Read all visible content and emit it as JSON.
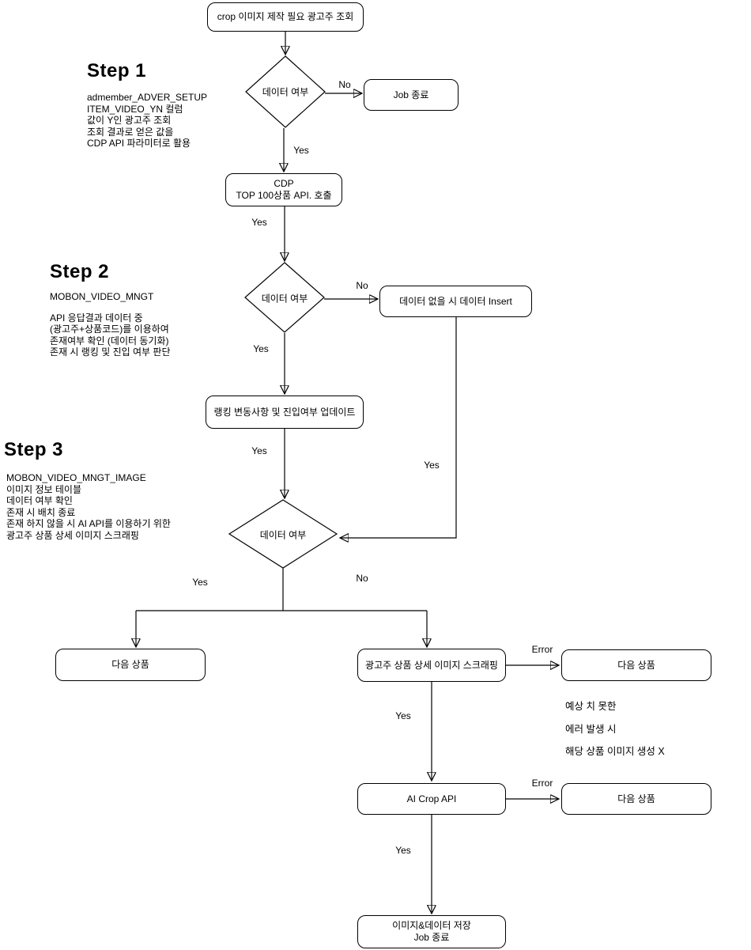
{
  "nodes": {
    "start": {
      "label": "crop 이미지 제작 필요 광고주 조회"
    },
    "decision1": {
      "label": "데이터 여부"
    },
    "job_end": {
      "label": "Job 종료"
    },
    "cdp_api": {
      "line1": "CDP",
      "line2": "TOP 100상품 API. 호출"
    },
    "decision2": {
      "label": "데이터 여부"
    },
    "data_insert": {
      "label": "데이터 없을 시 데이터 Insert"
    },
    "ranking_update": {
      "label": "랭킹 변동사항 및 진입여부 업데이트"
    },
    "decision3": {
      "label": "데이터 여부"
    },
    "next_product_left": {
      "label": "다음 상품"
    },
    "image_scraping": {
      "label": "광고주 상품 상세 이미지 스크래핑"
    },
    "next_product_error1": {
      "label": "다음 상품"
    },
    "ai_crop_api": {
      "label": "AI Crop API"
    },
    "next_product_error2": {
      "label": "다음 상품"
    },
    "save_end": {
      "line1": "이미지&데이터 저장",
      "line2": "Job 종료"
    }
  },
  "edge_labels": {
    "d1_no": "No",
    "d1_yes": "Yes",
    "cdp_yes": "Yes",
    "d2_no": "No",
    "d2_yes": "Yes",
    "ranking_yes": "Yes",
    "insert_yes": "Yes",
    "d3_yes": "Yes",
    "d3_no": "No",
    "scrape_error": "Error",
    "scrape_yes": "Yes",
    "crop_error": "Error",
    "crop_yes": "Yes"
  },
  "steps": [
    {
      "title": "Step 1",
      "lines": [
        "admember_ADVER_SETUP",
        "ITEM_VIDEO_YN 컬럼",
        "값이 Y인 광고주 조회",
        "조회 결과로 얻은 값을",
        "CDP API 파라미터로 활용"
      ]
    },
    {
      "title": "Step 2",
      "lines": [
        "MOBON_VIDEO_MNGT",
        "API 응답결과 데이터 중",
        "(광고주+상품코드)를 이용하여",
        "존재여부 확인 (데이터 동기화)",
        "존재 시 랭킹 및 진입 여부 판단"
      ]
    },
    {
      "title": "Step 3",
      "lines": [
        "MOBON_VIDEO_MNGT_IMAGE",
        "이미지 정보 테이블",
        "데이터 여부 확인",
        "존재 시 배치 종료",
        "존재 하지 않을 시 AI API를 이용하기 위한",
        "광고주 상품 상세 이미지 스크래핑"
      ]
    }
  ],
  "annotation": {
    "lines": [
      "예상 치 못한",
      "에러 발생 시",
      "해당 상품 이미지 생성 X"
    ]
  },
  "colors": {
    "stroke": "#000000",
    "node_fill": "#ffffff",
    "background": "#ffffff",
    "text": "#000000"
  }
}
